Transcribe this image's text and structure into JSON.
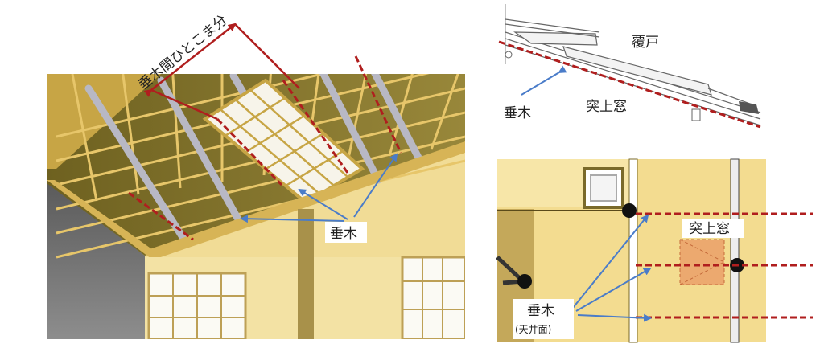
{
  "labels": {
    "span_between_rafters": "垂木間ひとこま分",
    "rafter_main": "垂木",
    "cover_door": "覆戸",
    "rafter_section": "垂木",
    "skylight_section": "突上窓",
    "skylight_plan": "突上窓",
    "rafter_plan": "垂木",
    "ceiling_surface": "(天井面)"
  },
  "colors": {
    "annotation_red": "#b01e1e",
    "pointer_blue": "#4a7cc9",
    "wall": "#f1dc96",
    "ceiling_panel": "#8a7a2c",
    "frame_gold": "#e8c868",
    "skylight_pane": "#f7f4ea"
  }
}
